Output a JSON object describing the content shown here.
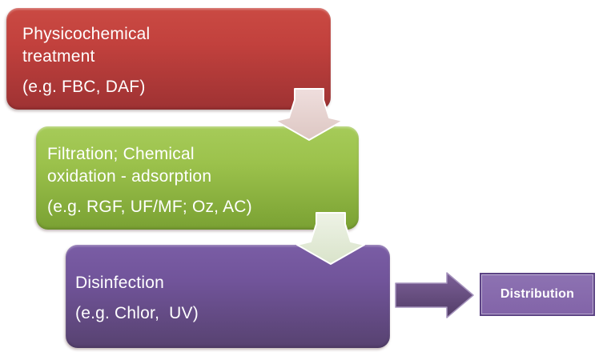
{
  "diagram": {
    "steps": [
      {
        "title": "Physicochemical\ntreatment",
        "subtitle": "(e.g. FBC, DAF)",
        "fill_top": "#ca4a43",
        "fill_bottom": "#9e3233"
      },
      {
        "title": "Filtration; Chemical\noxidation - adsorption",
        "subtitle": "(e.g. RGF, UF/MF; Oz, AC)",
        "fill_top": "#a6cb59",
        "fill_bottom": "#7aa133"
      },
      {
        "title": "Disinfection",
        "subtitle": "(e.g. Chlor,  UV)",
        "fill_top": "#7a5da5",
        "fill_bottom": "#574270"
      }
    ],
    "arrows": [
      {
        "name": "down-arrow-1",
        "fill": "#e8d4d1"
      },
      {
        "name": "down-arrow-2",
        "fill": "#e6eddb"
      },
      {
        "name": "right-arrow",
        "fill": "#5e4677"
      }
    ],
    "end_node": {
      "label": "Distribution",
      "fill": "#8468ab",
      "border": "#5c4384",
      "text_color": "#ffffff"
    }
  }
}
